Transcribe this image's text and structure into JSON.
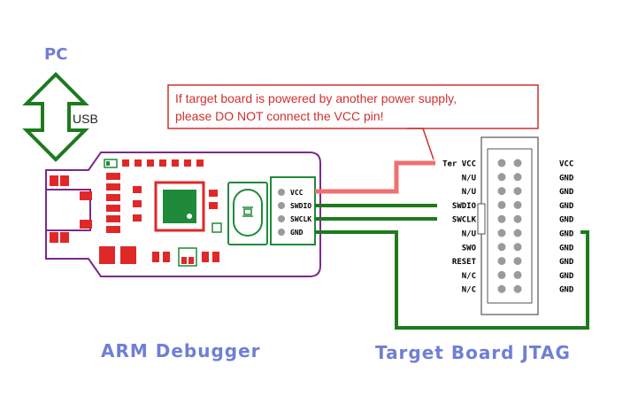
{
  "labels": {
    "pc": "PC",
    "usb": "USB",
    "arm_debugger": "ARM Debugger",
    "target_board": "Target Board JTAG"
  },
  "warning": {
    "line1": "If target board is powered by another power supply,",
    "line2": "please DO NOT connect the VCC pin!"
  },
  "debugger_pins": [
    "VCC",
    "SWDIO",
    "SWCLK",
    "GND"
  ],
  "jtag_left_pins": [
    "Ter VCC",
    "N/U",
    "N/U",
    "SWDIO",
    "SWCLK",
    "N/U",
    "SWO",
    "RESET",
    "N/C",
    "N/C"
  ],
  "jtag_right_pins": [
    "VCC",
    "GND",
    "GND",
    "GND",
    "GND",
    "GND",
    "GND",
    "GND",
    "GND",
    "GND"
  ],
  "colors": {
    "board_outline": "#7a2a8c",
    "component_red": "#e02828",
    "chip_green": "#1f8a3a",
    "wire_green": "#1e7a1e",
    "wire_vcc": "#f07070",
    "label_blue": "#6f7fd6",
    "warning_red": "#d03030",
    "pin_gray": "#9a9a9a"
  }
}
